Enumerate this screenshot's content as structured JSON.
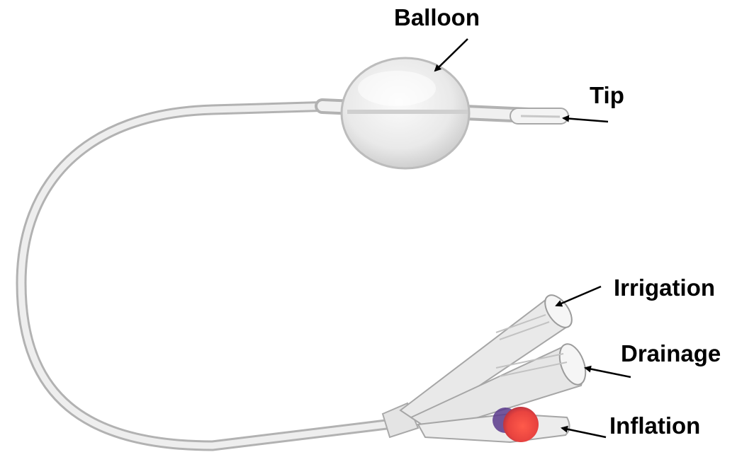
{
  "labels": {
    "balloon": "Balloon",
    "tip": "Tip",
    "irrigation": "Irrigation",
    "drainage": "Drainage",
    "inflation": "Inflation"
  },
  "colors": {
    "text": "#000000",
    "catheter_body": "#e6e6e6",
    "catheter_outline": "#a9a9a9",
    "inflation_valve": "#e8433f",
    "inflation_valve_shadow": "#5b3a8c"
  }
}
